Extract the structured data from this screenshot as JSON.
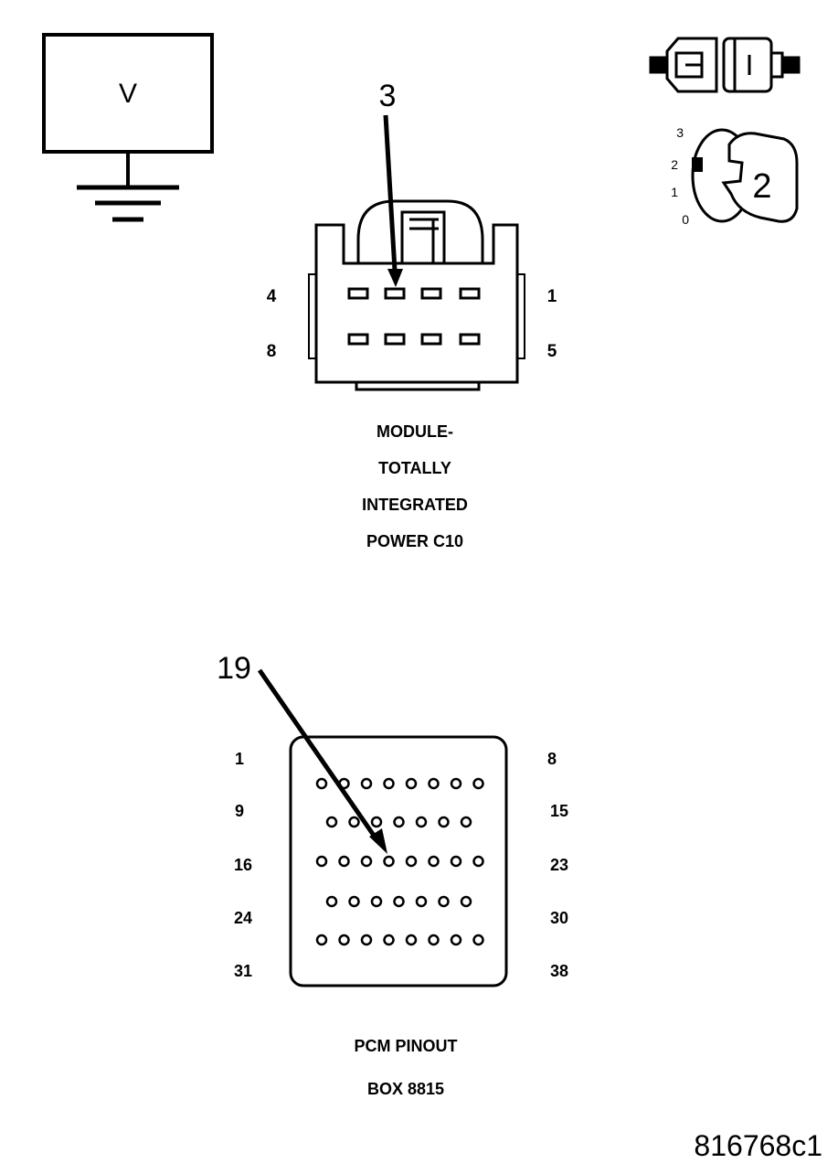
{
  "meter": {
    "label": "V"
  },
  "ignition": {
    "positions": [
      "3",
      "2",
      "1",
      "0"
    ],
    "selected": "2"
  },
  "tipm_connector": {
    "callout": "3",
    "pin_labels": {
      "top_left": "4",
      "top_right": "1",
      "bottom_left": "8",
      "bottom_right": "5"
    },
    "caption": [
      "MODULE-",
      "TOTALLY",
      "INTEGRATED",
      "POWER C10"
    ]
  },
  "pcm_connector": {
    "callout": "19",
    "left_labels": [
      "1",
      "9",
      "16",
      "24",
      "31"
    ],
    "right_labels": [
      "8",
      "15",
      "23",
      "30",
      "38"
    ],
    "caption": [
      "PCM PINOUT",
      "BOX 8815"
    ]
  },
  "figure_id": "816768c1",
  "colors": {
    "line": "#000000",
    "background": "#ffffff"
  }
}
